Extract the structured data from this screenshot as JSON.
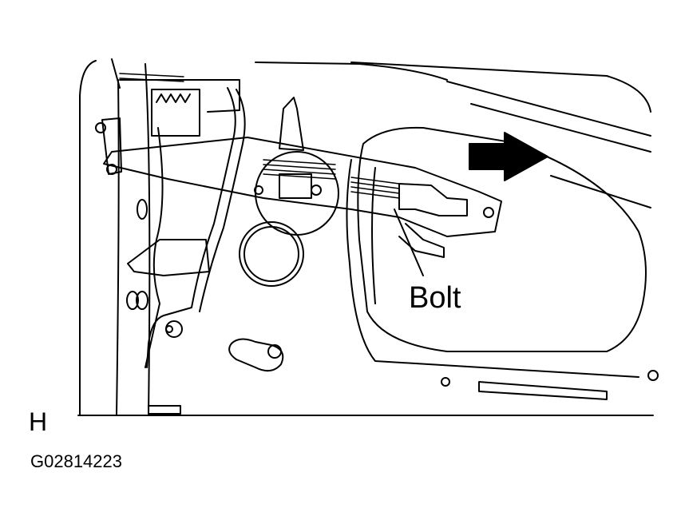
{
  "labels": {
    "bolt": "Bolt",
    "view": "H",
    "figure_code": "G02814223"
  },
  "colors": {
    "line": "#000000",
    "background": "#ffffff"
  },
  "icons": {
    "direction_arrow": "forward-arrow-icon"
  }
}
